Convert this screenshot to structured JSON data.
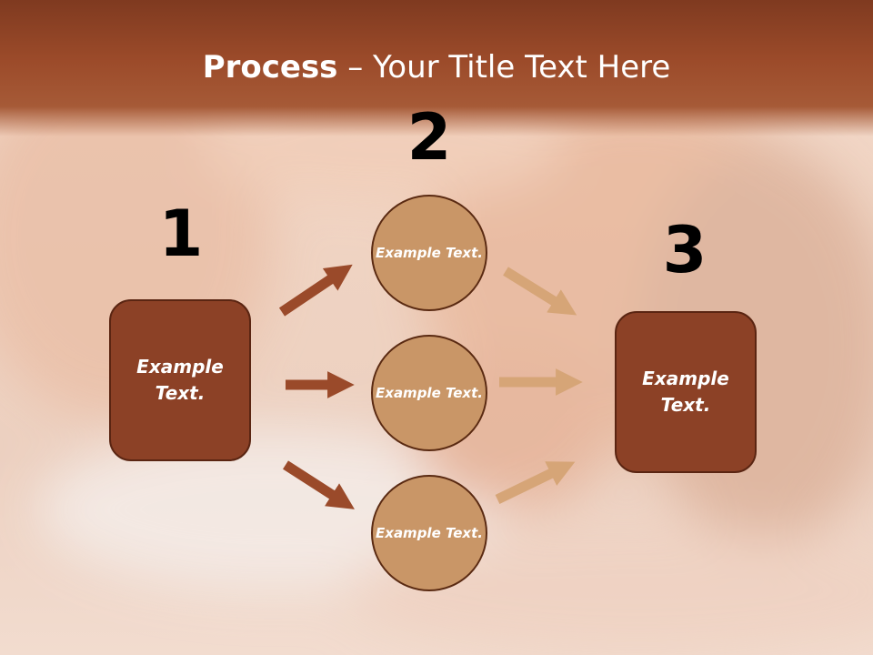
{
  "slide": {
    "title_bold": "Process",
    "title_rest": " – Your Title Text Here"
  },
  "steps": [
    {
      "number": "1",
      "label": "Example Text."
    },
    {
      "number": "2",
      "label": "Example Text."
    },
    {
      "number": "3",
      "label": "Example Text."
    }
  ],
  "circles": [
    {
      "label": "Example Text."
    },
    {
      "label": "Example Text."
    },
    {
      "label": "Example Text."
    }
  ],
  "colors": {
    "title_bar": "#9c4b2a",
    "box_fill": "#8c4126",
    "circle_fill": "#c99667",
    "arrow_dark": "#9a4a2a",
    "arrow_light": "#d6a577"
  }
}
